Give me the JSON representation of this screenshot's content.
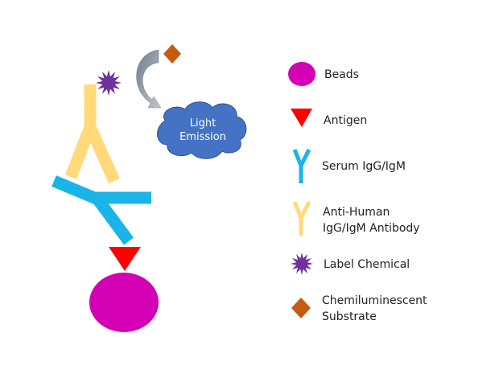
{
  "diagram": {
    "cloud_label": [
      "Light",
      "Emission"
    ],
    "colors": {
      "beads": "#D300B4",
      "antigen": "#FF0000",
      "serum_antibody": "#1AB4E8",
      "anti_human_antibody": "#FFD97A",
      "label_chemical": "#7030A0",
      "substrate": "#C55A11",
      "cloud": "#4472C4",
      "arrow": "#8E9AA8"
    }
  },
  "legend": {
    "beads": "Beads",
    "antigen": "Antigen",
    "serum": "Serum IgG/IgM",
    "anti_human": [
      "Anti-Human",
      "IgG/IgM Antibody"
    ],
    "label_chemical": "Label Chemical",
    "substrate": [
      "Chemiluminescent",
      "Substrate"
    ]
  }
}
